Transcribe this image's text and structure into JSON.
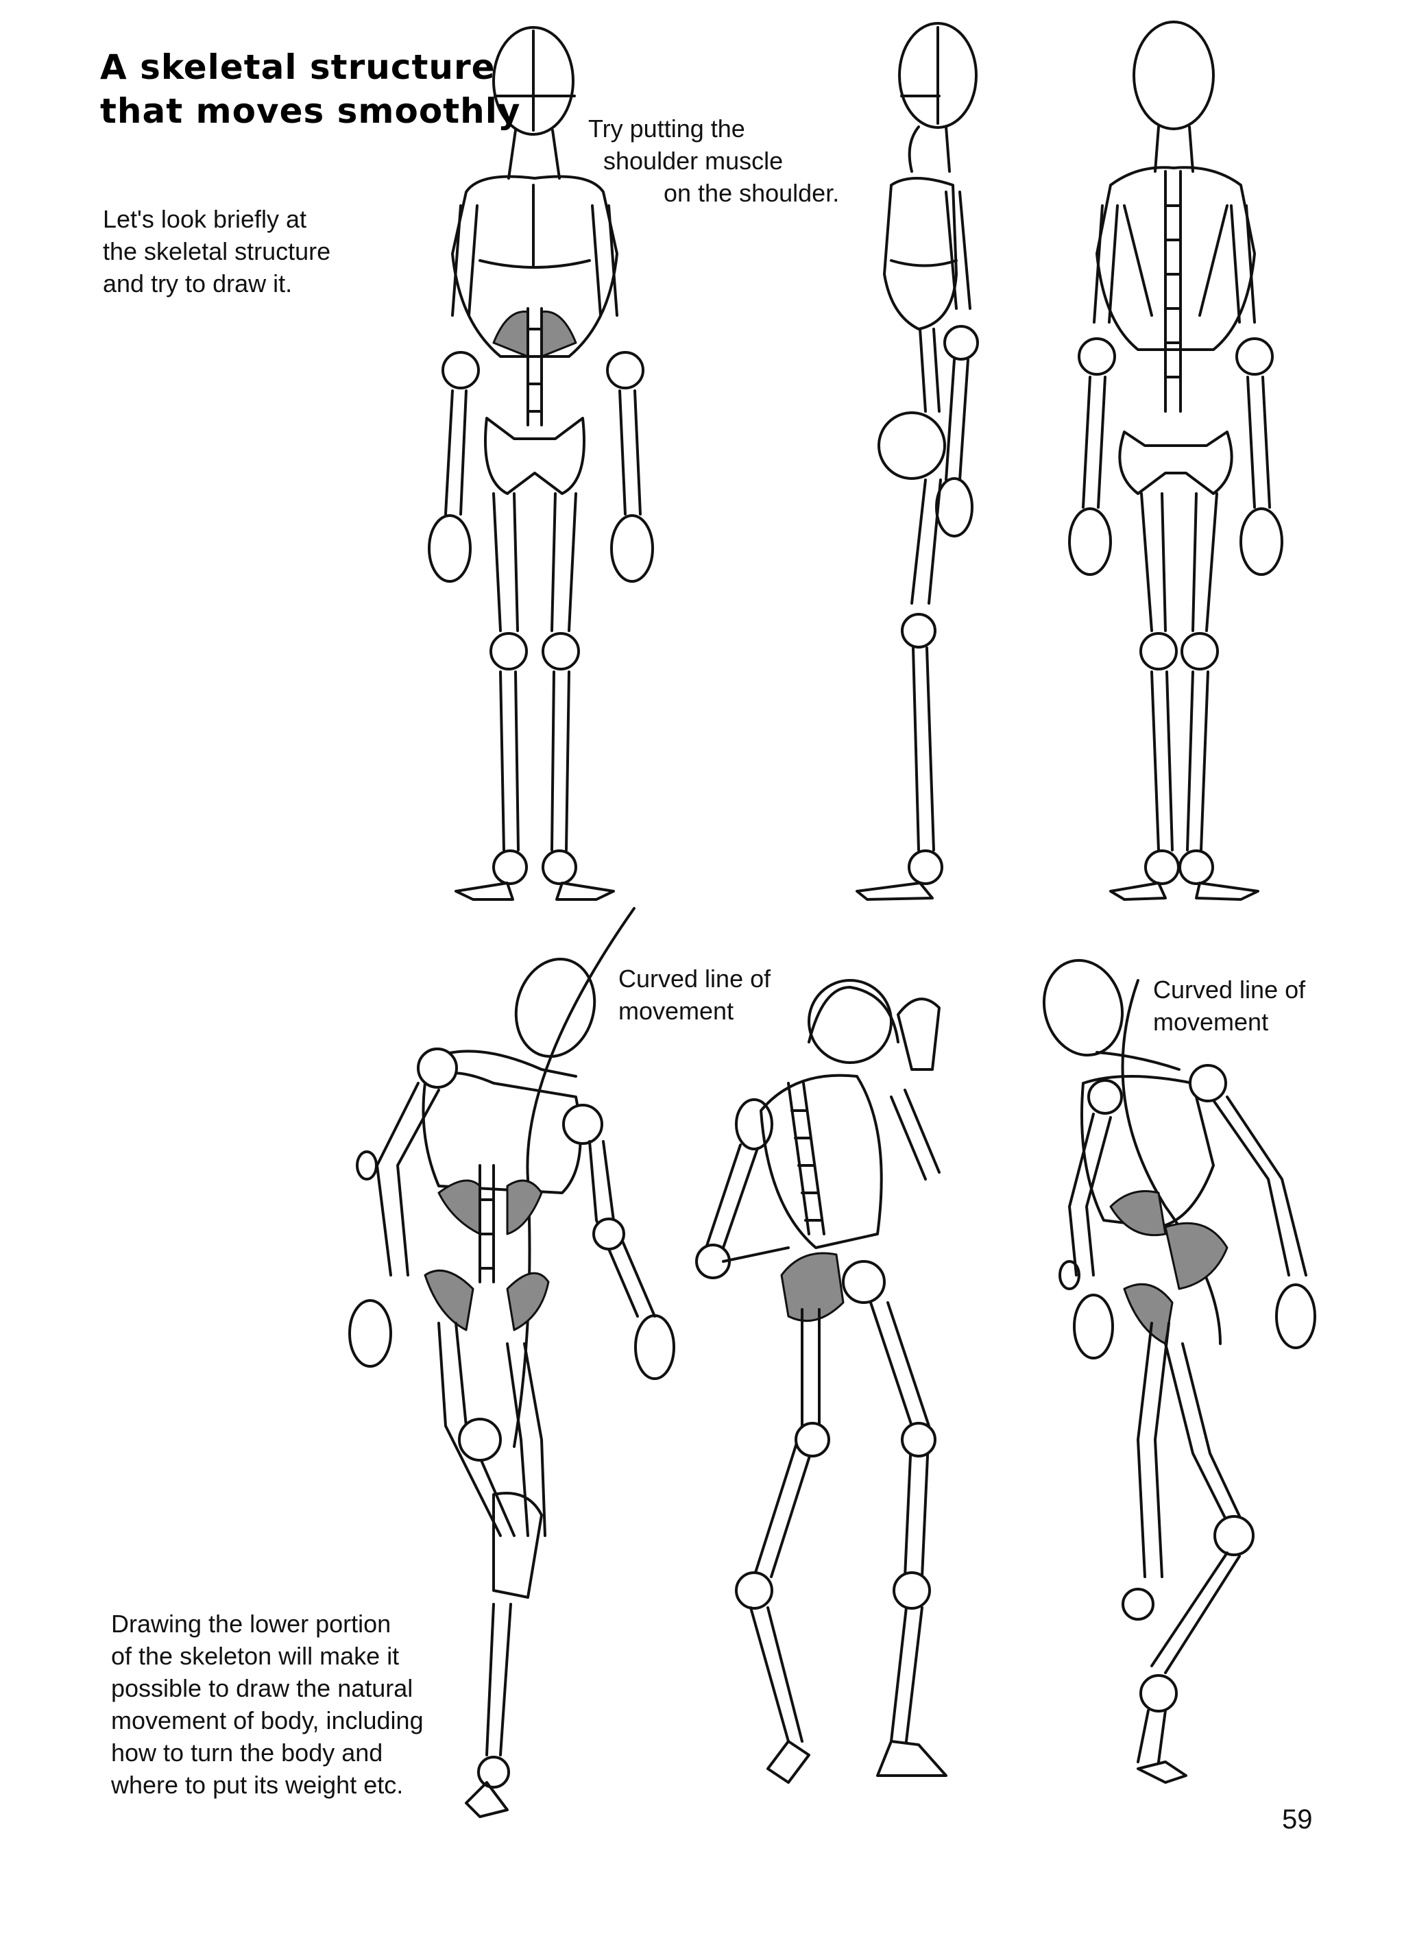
{
  "title_lines": [
    "A skeletal structure",
    "that moves smoothly"
  ],
  "intro_lines": [
    "Let's look briefly at",
    "the skeletal structure",
    "and try to draw it."
  ],
  "shoulder_note_lines": [
    "Try putting the",
    "shoulder muscle",
    "on the shoulder."
  ],
  "curve_note_1_lines": [
    "Curved line of",
    "movement"
  ],
  "curve_note_2_lines": [
    "Curved line of",
    "movement"
  ],
  "lower_text_lines": [
    "Drawing the lower portion",
    "of the skeleton will make it",
    "possible to draw the natural",
    "movement of body, including",
    "how to turn the body and",
    "where to put its weight etc."
  ],
  "page_number": "59",
  "colors": {
    "ink": "#111111",
    "paper": "#ffffff",
    "shade": "#8a8a8a"
  }
}
